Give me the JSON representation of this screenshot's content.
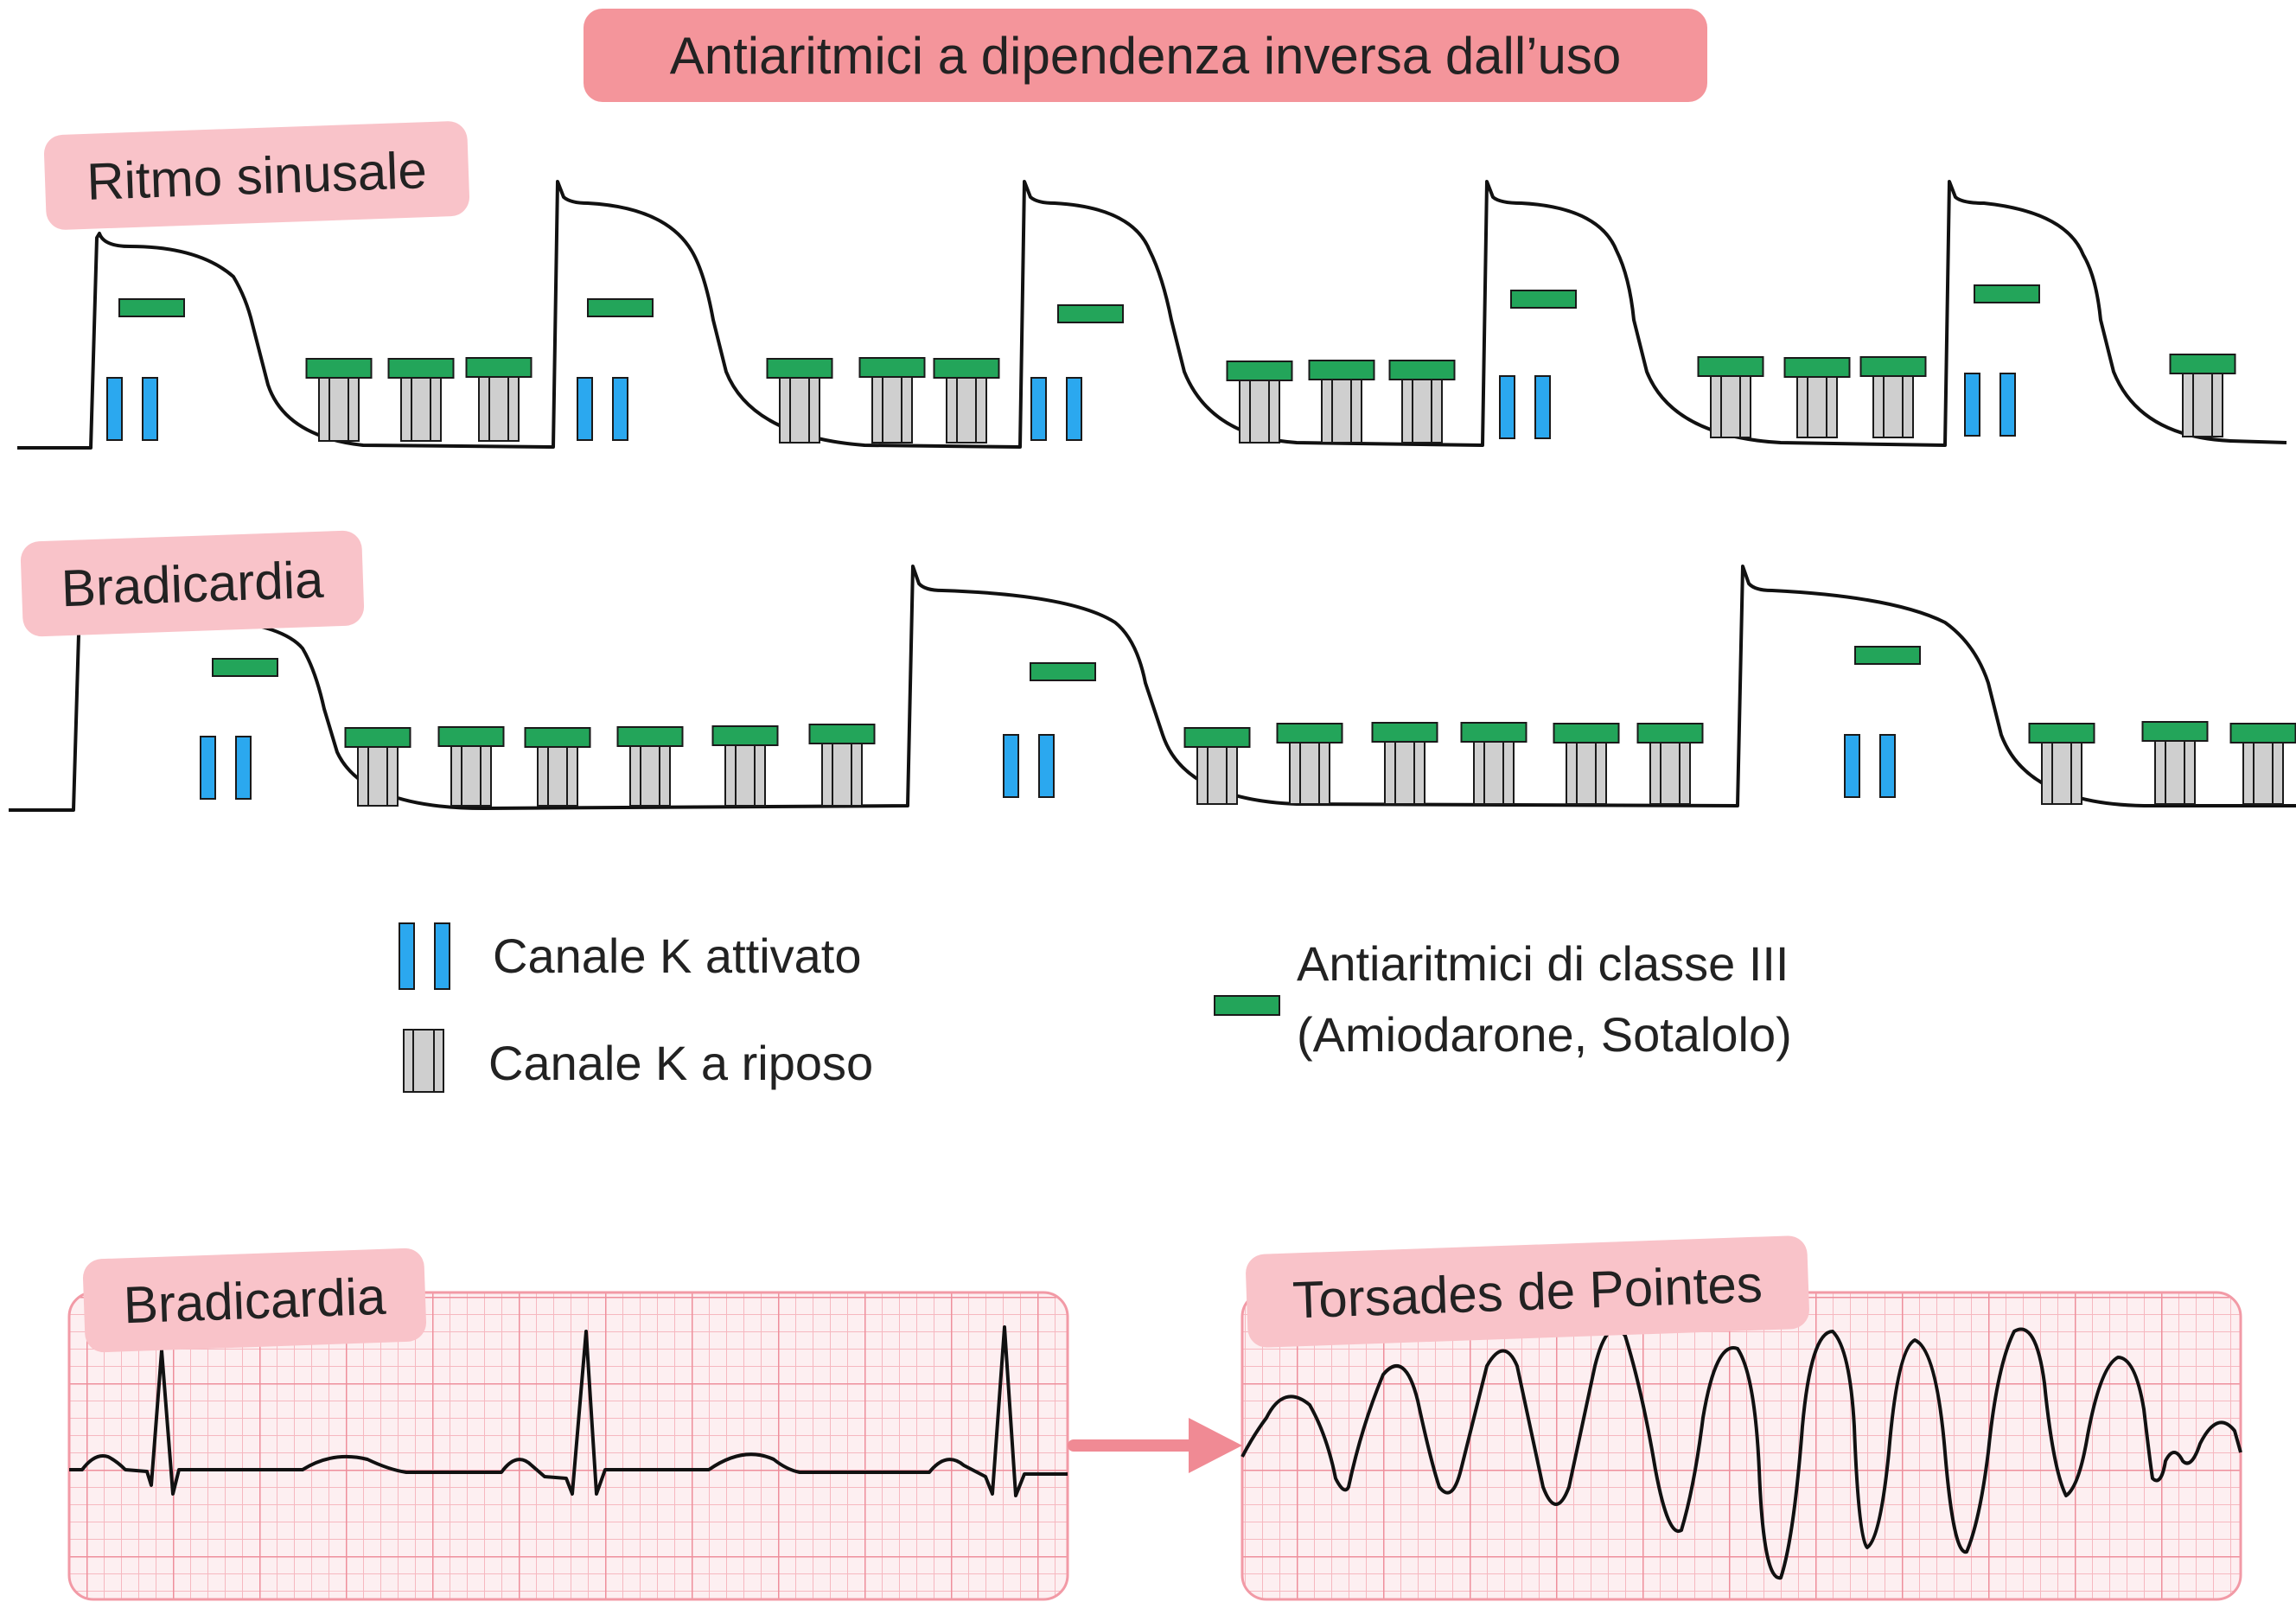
{
  "title": "Antiaritmici a dipendenza inversa dall’uso",
  "rows": {
    "sinus_label": "Ritmo sinusale",
    "brady_label": "Bradicardia"
  },
  "legend": {
    "activated": "Canale K attivato",
    "resting": "Canale K a riposo",
    "drug_line1": "Antiaritmici di classe III",
    "drug_line2": "(Amiodarone, Sotalolo)"
  },
  "ecg": {
    "brady_label": "Bradicardia",
    "tdp_label": "Torsades de Pointes"
  },
  "colors": {
    "title_bg": "#f4959b",
    "label_bg": "#f9c3c9",
    "k_activated": "#2ba8ef",
    "k_resting": "#cfcfcf",
    "drug": "#23a55a",
    "ecg_grid": "#f29aa6",
    "ecg_bg": "#fdeff1",
    "arrow": "#f08a94"
  }
}
